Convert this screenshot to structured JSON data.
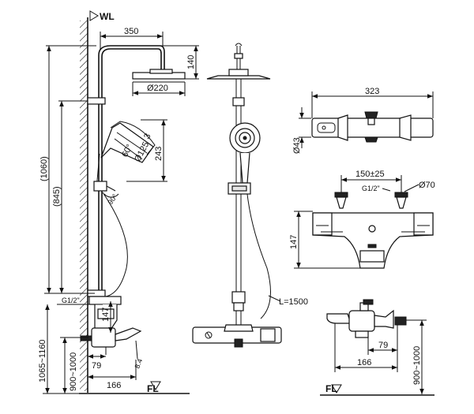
{
  "markers": {
    "wall_level": "WL",
    "floor_level": "FL"
  },
  "side_view": {
    "arm_length": "350",
    "head_drop": "140",
    "head_diameter": "Ø220",
    "total_height": "(1060)",
    "bar_height": "(845)",
    "hand_shower_height": "243",
    "hand_shower_angle": "60°",
    "hand_shower_diameter": "Ø125",
    "hand_shower_3": "3",
    "holder_angle": "90°",
    "inlet_thread": "G1/2\"",
    "mixer_height": "147",
    "install_range": "1065~1160",
    "mixer_range": "900~1000",
    "spout_79": "79",
    "spout_166": "166",
    "spout_8": "8.4"
  },
  "front_view": {
    "hose_length": "L=1500"
  },
  "mixer_top": {
    "width": "323",
    "diameter": "Ø43"
  },
  "mixer_front": {
    "centers": "150±25",
    "diameter": "Ø70",
    "thread": "G1/2\"",
    "height": "147"
  },
  "mixer_side": {
    "dim_79": "79",
    "dim_166": "166",
    "range": "900~1000"
  }
}
